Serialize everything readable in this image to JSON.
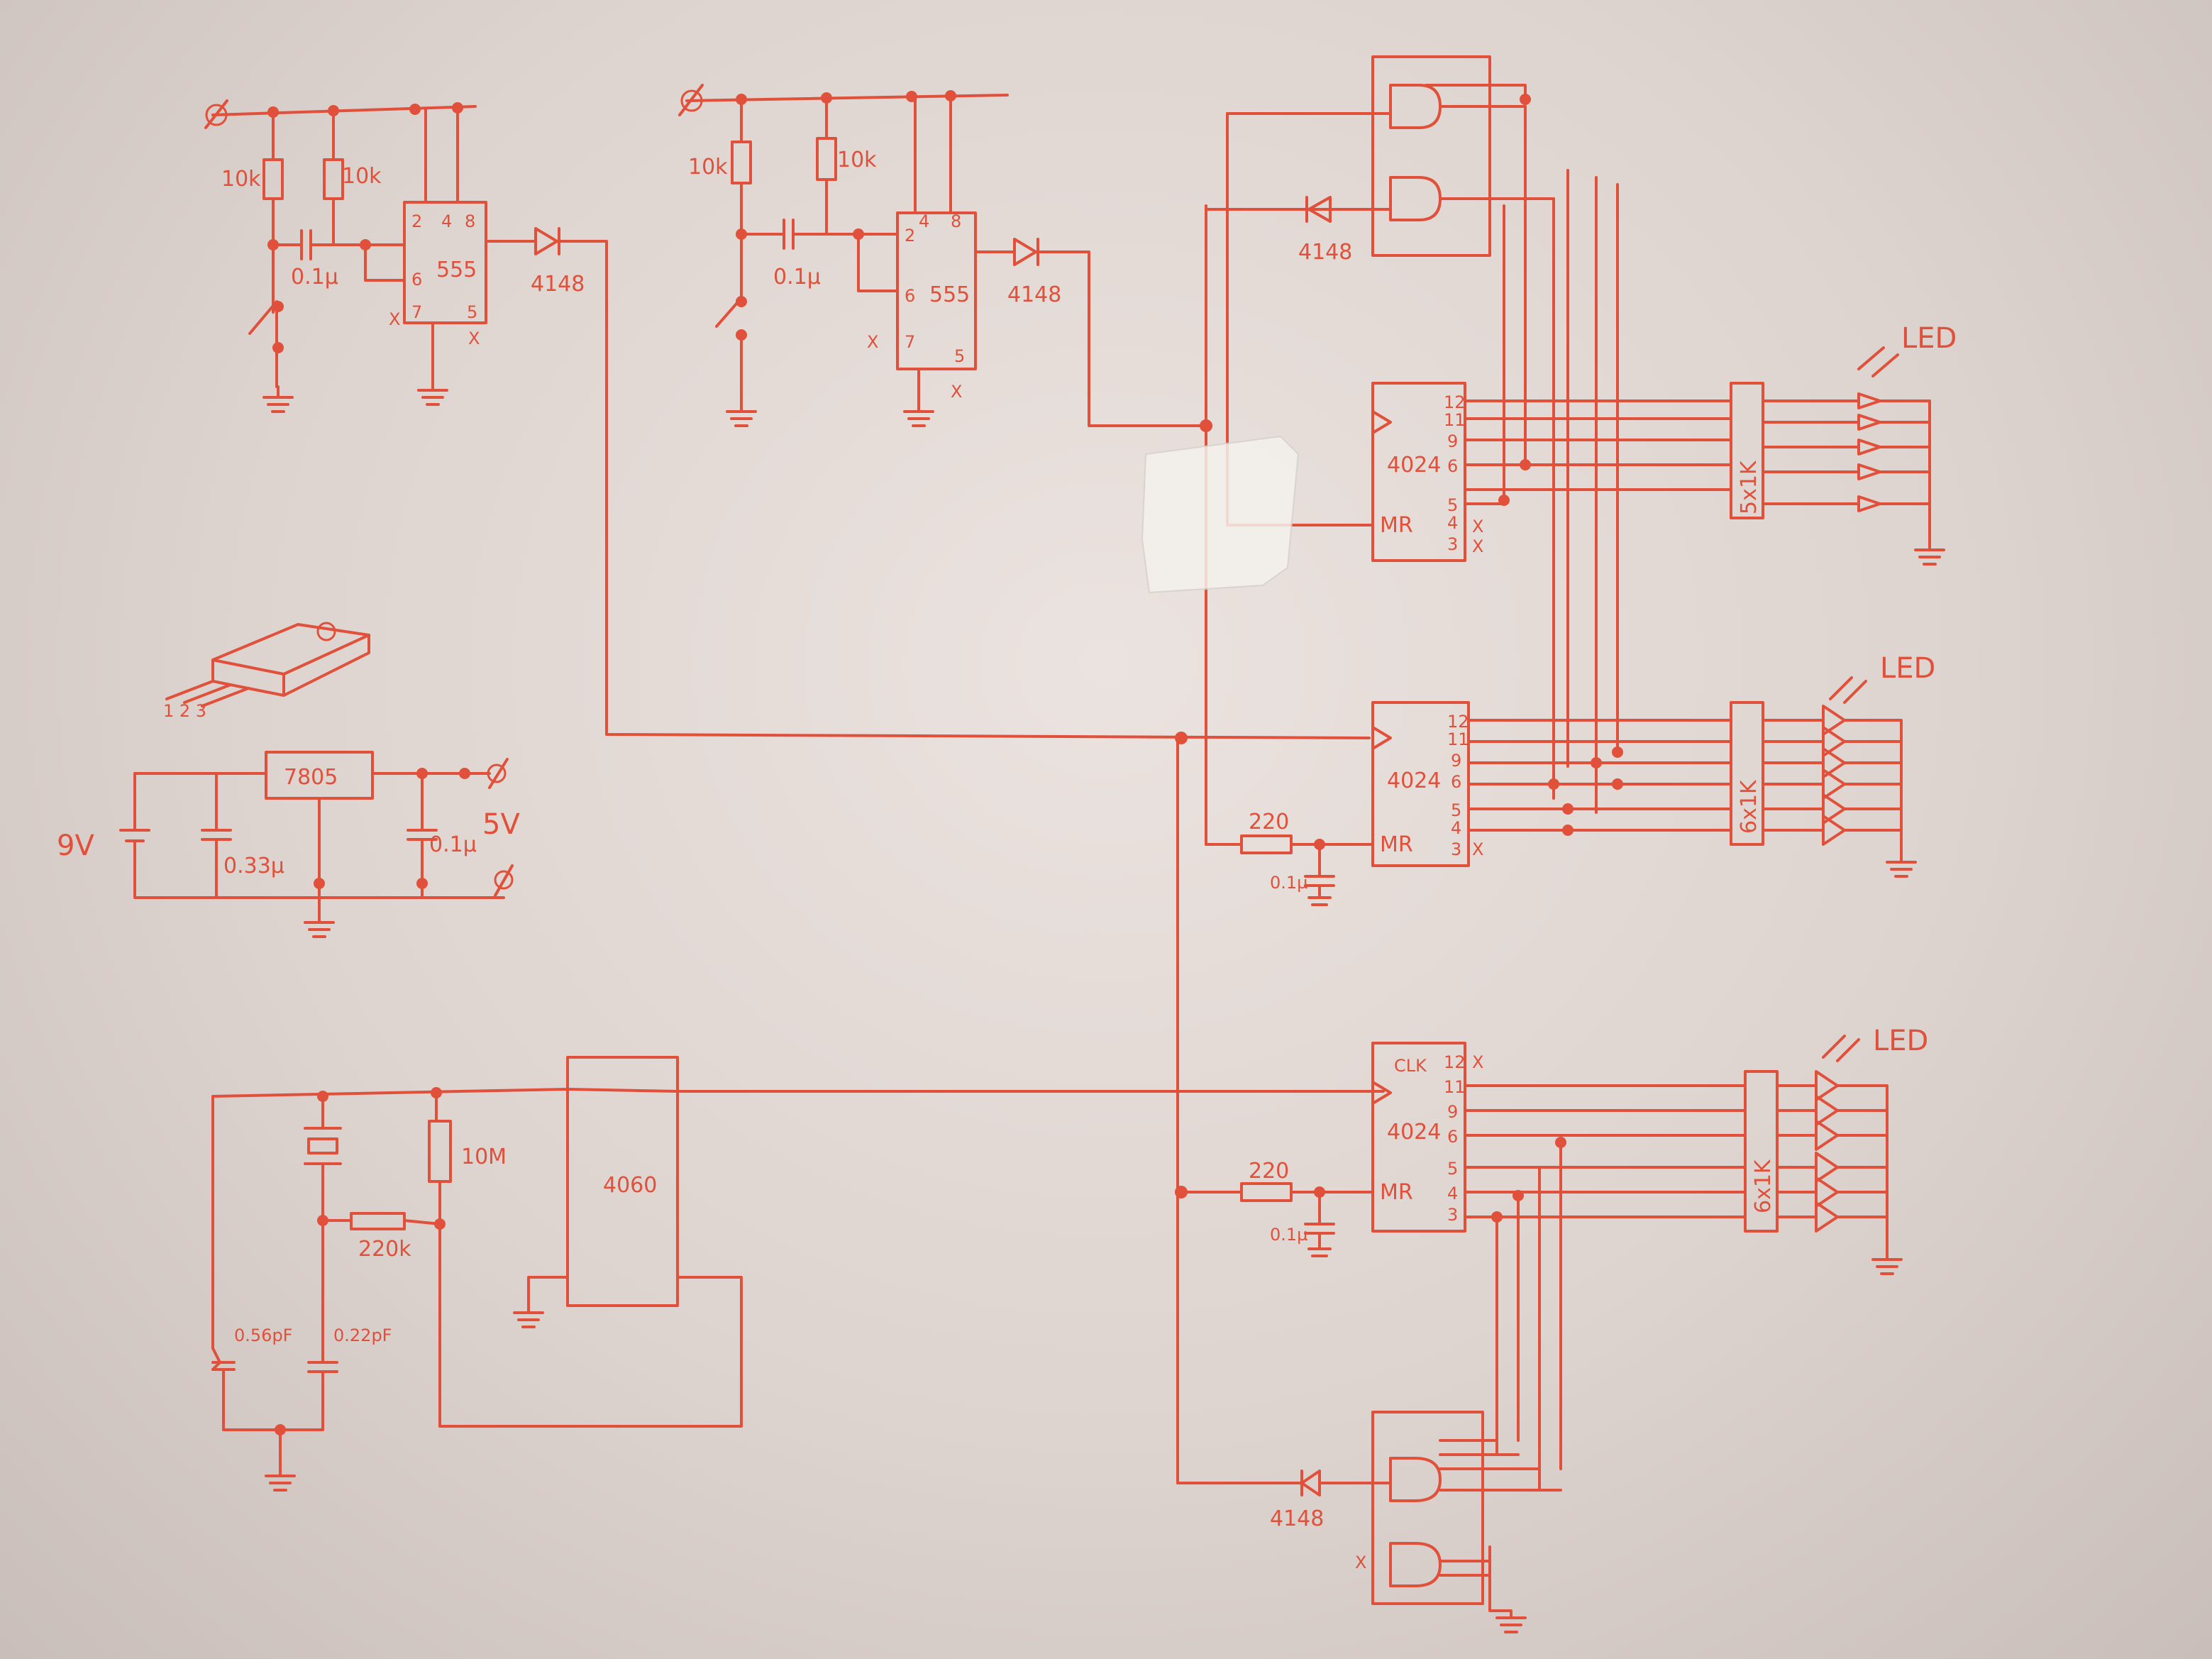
{
  "diagram": {
    "colors": {
      "ink": "#e0503a",
      "paper": "#e6ddd9"
    },
    "labels": {
      "r_10k": "10k",
      "r_10m": "10M",
      "r_220": "220",
      "r_220k": "220k",
      "c_01u": "0.1µ",
      "c_033u": "0.33µ",
      "c_056pf": "0.56pF",
      "c_022pf": "0.22pF",
      "ic_555": "555",
      "ic_4024": "4024",
      "ic_4060": "4060",
      "ic_7805": "7805",
      "diode": "4148",
      "led": "LED",
      "res_5x1k": "5x1K",
      "res_6x1k": "6x1K",
      "v_9v": "9V",
      "v_5v": "5V",
      "pin_mr": "MR",
      "pin_clk": "CLK",
      "pin_nc": "X",
      "pkg_pins": "1 2 3",
      "p2": "2",
      "p3": "3",
      "p4": "4",
      "p5": "5",
      "p6": "6",
      "p7": "7",
      "p8": "8",
      "p9": "9",
      "p11": "11",
      "p12": "12"
    }
  }
}
